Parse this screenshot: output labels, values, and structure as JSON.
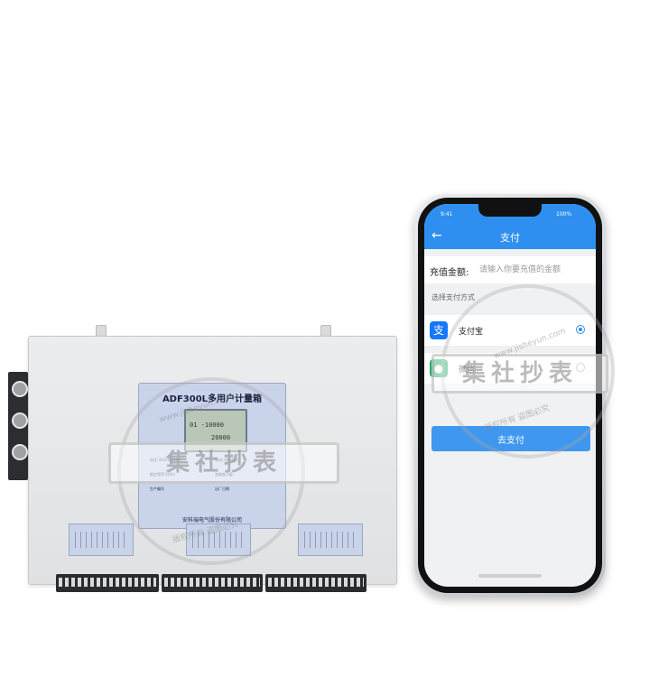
{
  "meter": {
    "title": "ADF300L多用户计量箱",
    "lcd_line1": "01 -10000",
    "lcd_line2": "20000",
    "manufacturer": "安科瑞电气股份有限公司",
    "label_fields": [
      "电压:3X220/380V",
      "电流:3X(20)A",
      "额定频率:50Hz",
      "准确度:1级",
      "生产编号",
      "出厂日期"
    ]
  },
  "phone": {
    "status_time": "9:41",
    "battery": "100%",
    "nav_title": "支付",
    "amount_label": "充值金额:",
    "amount_placeholder": "请输入你要充值的金额",
    "method_header": "选择支付方式",
    "methods": [
      {
        "label": "支付宝",
        "icon": "alipay-icon",
        "selected": true,
        "color": "#1677ff"
      },
      {
        "label": "微信",
        "icon": "wechat-icon",
        "selected": false,
        "color": "#2aae67"
      }
    ],
    "pay_button": "去支付"
  },
  "watermark": {
    "brand": "集社抄表",
    "url": "www.jisheyun.com",
    "notice": "版权所有 盗图必究"
  }
}
